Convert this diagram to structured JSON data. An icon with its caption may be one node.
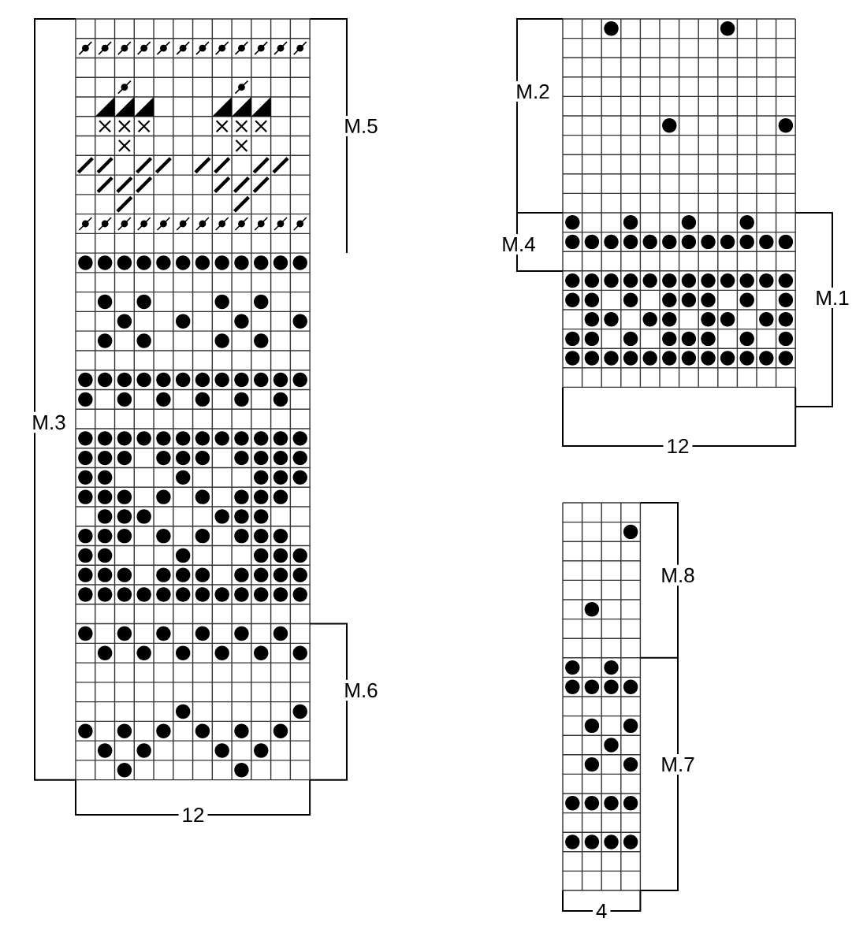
{
  "diagram": {
    "labels": [
      "M.5",
      "M.3",
      "M.6",
      "12",
      "M.2",
      "M.4",
      "M.1",
      "12",
      "M.8",
      "M.7",
      "4"
    ]
  }
}
